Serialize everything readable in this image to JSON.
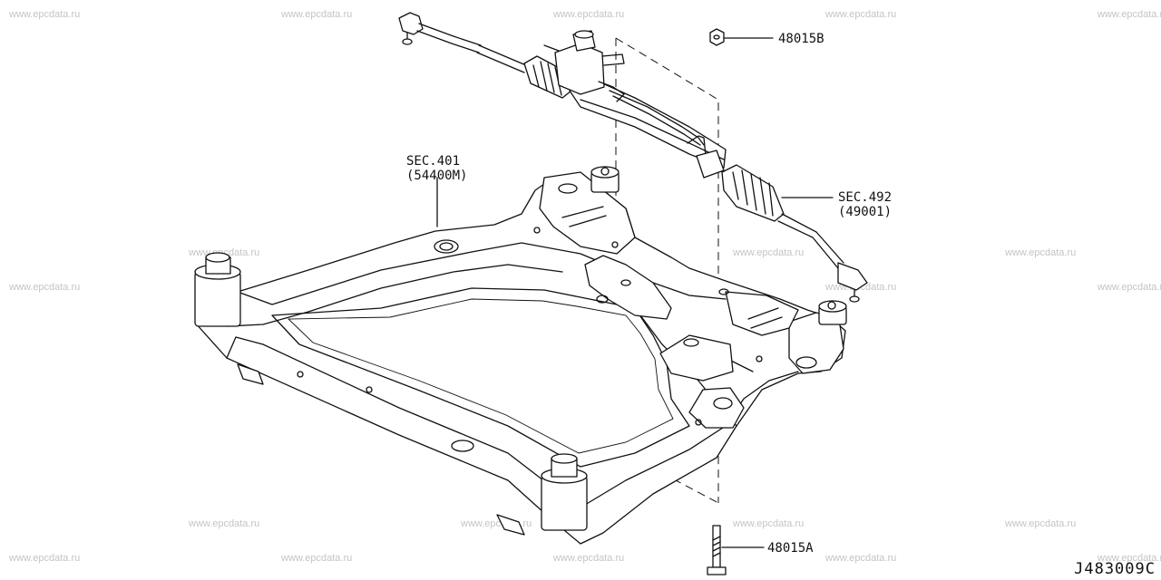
{
  "watermark": "www.epcdata.ru",
  "labels": {
    "bolt_top": "48015B",
    "bolt_bottom": "48015A",
    "sec401_line1": "SEC.401",
    "sec401_line2": "(54400M)",
    "sec492_line1": "SEC.492",
    "sec492_line2": "(49001)"
  },
  "diagram_code": "J483009C"
}
